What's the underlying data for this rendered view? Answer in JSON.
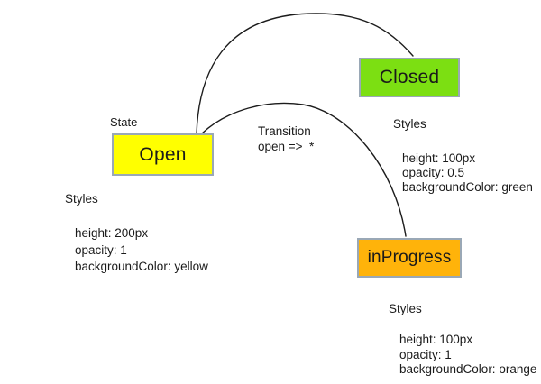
{
  "diagram": {
    "state_tag": "State",
    "transition": {
      "title": "Transition",
      "rule": "open =>  *"
    },
    "states": {
      "open": {
        "label": "Open",
        "fill": "#ffff00",
        "styles_title": "Styles",
        "styles": [
          "height: 200px",
          "opacity: 1",
          "backgroundColor: yellow"
        ]
      },
      "closed": {
        "label": "Closed",
        "fill": "#7cdf12",
        "styles_title": "Styles",
        "styles": [
          "height: 100px",
          "opacity: 0.5",
          "backgroundColor: green"
        ]
      },
      "inprogress": {
        "label": "inProgress",
        "fill": "#ffb30a",
        "styles_title": "Styles",
        "styles": [
          "height: 100px",
          "opacity: 1",
          "backgroundColor: orange"
        ]
      }
    },
    "colors": {
      "box_border": "#9aa8b6",
      "curve_stroke": "#1c1c1c",
      "text": "#1a1a1a",
      "background": "#ffffff"
    }
  }
}
